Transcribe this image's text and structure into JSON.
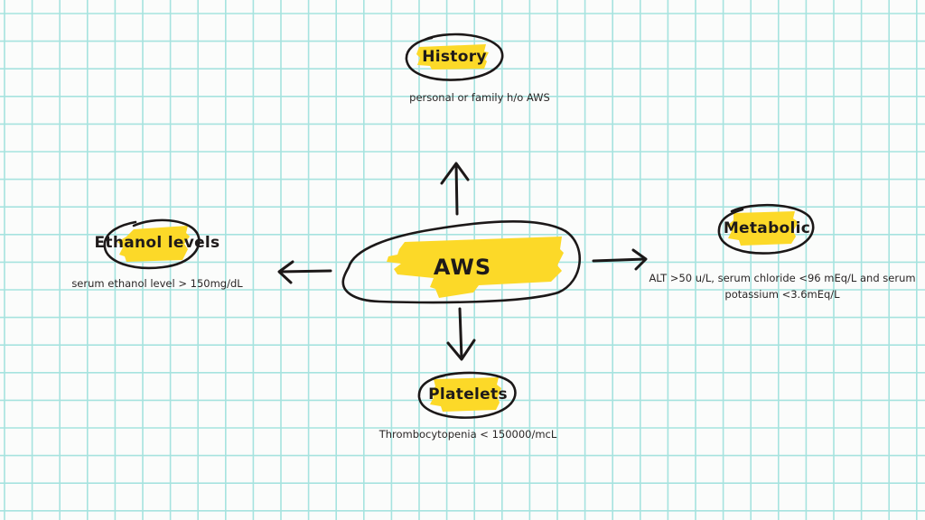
{
  "diagram": {
    "type": "mind-map",
    "center": {
      "label": "AWS"
    },
    "nodes": [
      {
        "id": "history",
        "label": "History",
        "description": [
          "personal or family h/o AWS"
        ],
        "direction": "up"
      },
      {
        "id": "ethanol",
        "label": "Ethanol levels",
        "description": [
          "serum ethanol level > 150mg/dL"
        ],
        "direction": "left"
      },
      {
        "id": "metabolic",
        "label": "Metabolic",
        "description": [
          "ALT >50 u/L, serum chloride <96 mEq/L and serum",
          "potassium <3.6mEq/L"
        ],
        "direction": "right"
      },
      {
        "id": "platelets",
        "label": "Platelets",
        "description": [
          "Thrombocytopenia < 150000/mcL"
        ],
        "direction": "down"
      }
    ]
  },
  "colors": {
    "highlight": "#fcd928",
    "ink": "#1c1818",
    "grid": "#a6e3df",
    "paper": "#fbfcfb"
  }
}
